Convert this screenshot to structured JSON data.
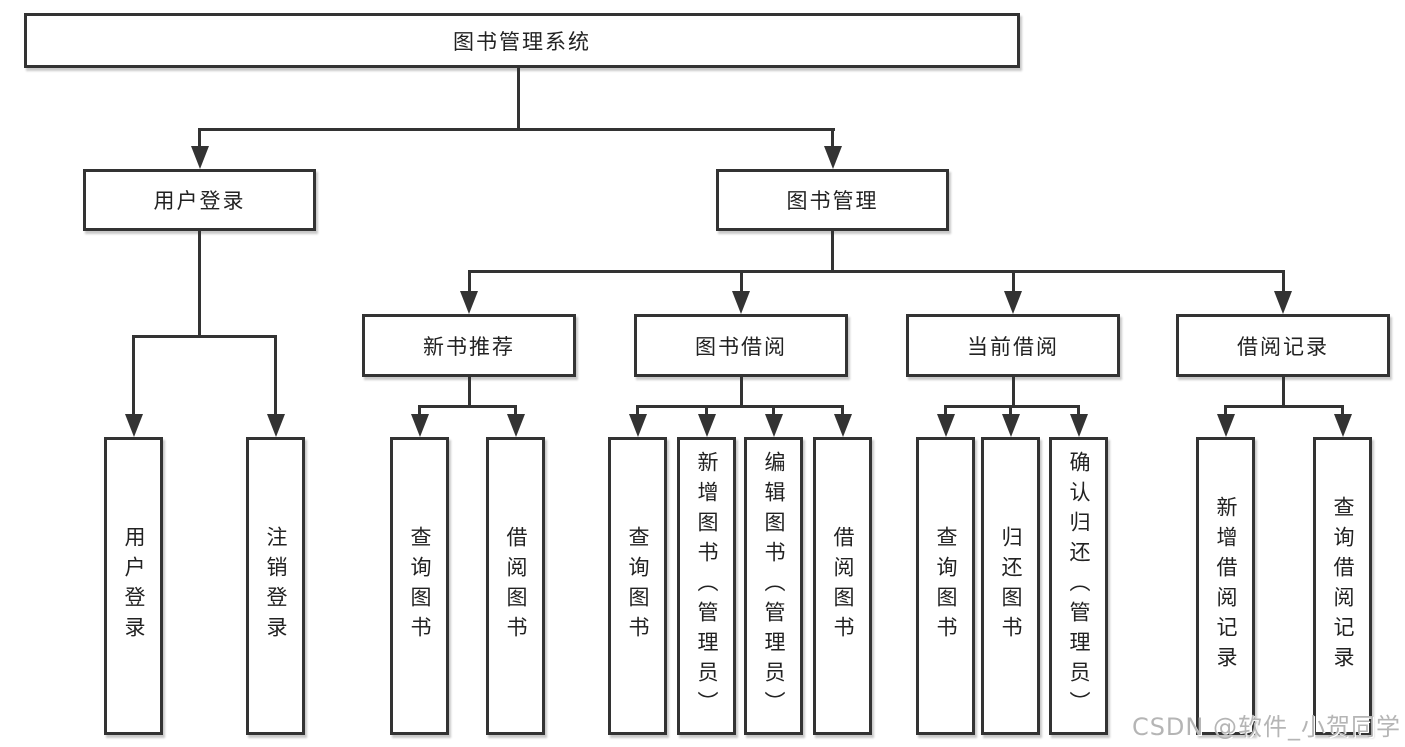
{
  "nodes": {
    "root": "图书管理系统",
    "user_login": "用户登录",
    "book_mgmt": "图书管理",
    "new_books": "新书推荐",
    "book_borrow": "图书借阅",
    "current_borrow": "当前借阅",
    "borrow_records": "借阅记录",
    "leaf_user_login": "用户登录",
    "leaf_logout": "注销登录",
    "leaf_nb_query": "查询图书",
    "leaf_nb_borrow": "借阅图书",
    "leaf_bb_query": "查询图书",
    "leaf_bb_add": "新增图书（管理员）",
    "leaf_bb_edit": "编辑图书（管理员）",
    "leaf_bb_borrow": "借阅图书",
    "leaf_cb_query": "查询图书",
    "leaf_cb_return": "归还图书",
    "leaf_cb_confirm": "确认归还（管理员）",
    "leaf_br_add": "新增借阅记录",
    "leaf_br_query": "查询借阅记录"
  },
  "watermark": "CSDN @软件_小贺同学",
  "colors": {
    "line": "#333333",
    "text": "#222222",
    "watermark": "#b5b5b5",
    "background": "#ffffff"
  }
}
